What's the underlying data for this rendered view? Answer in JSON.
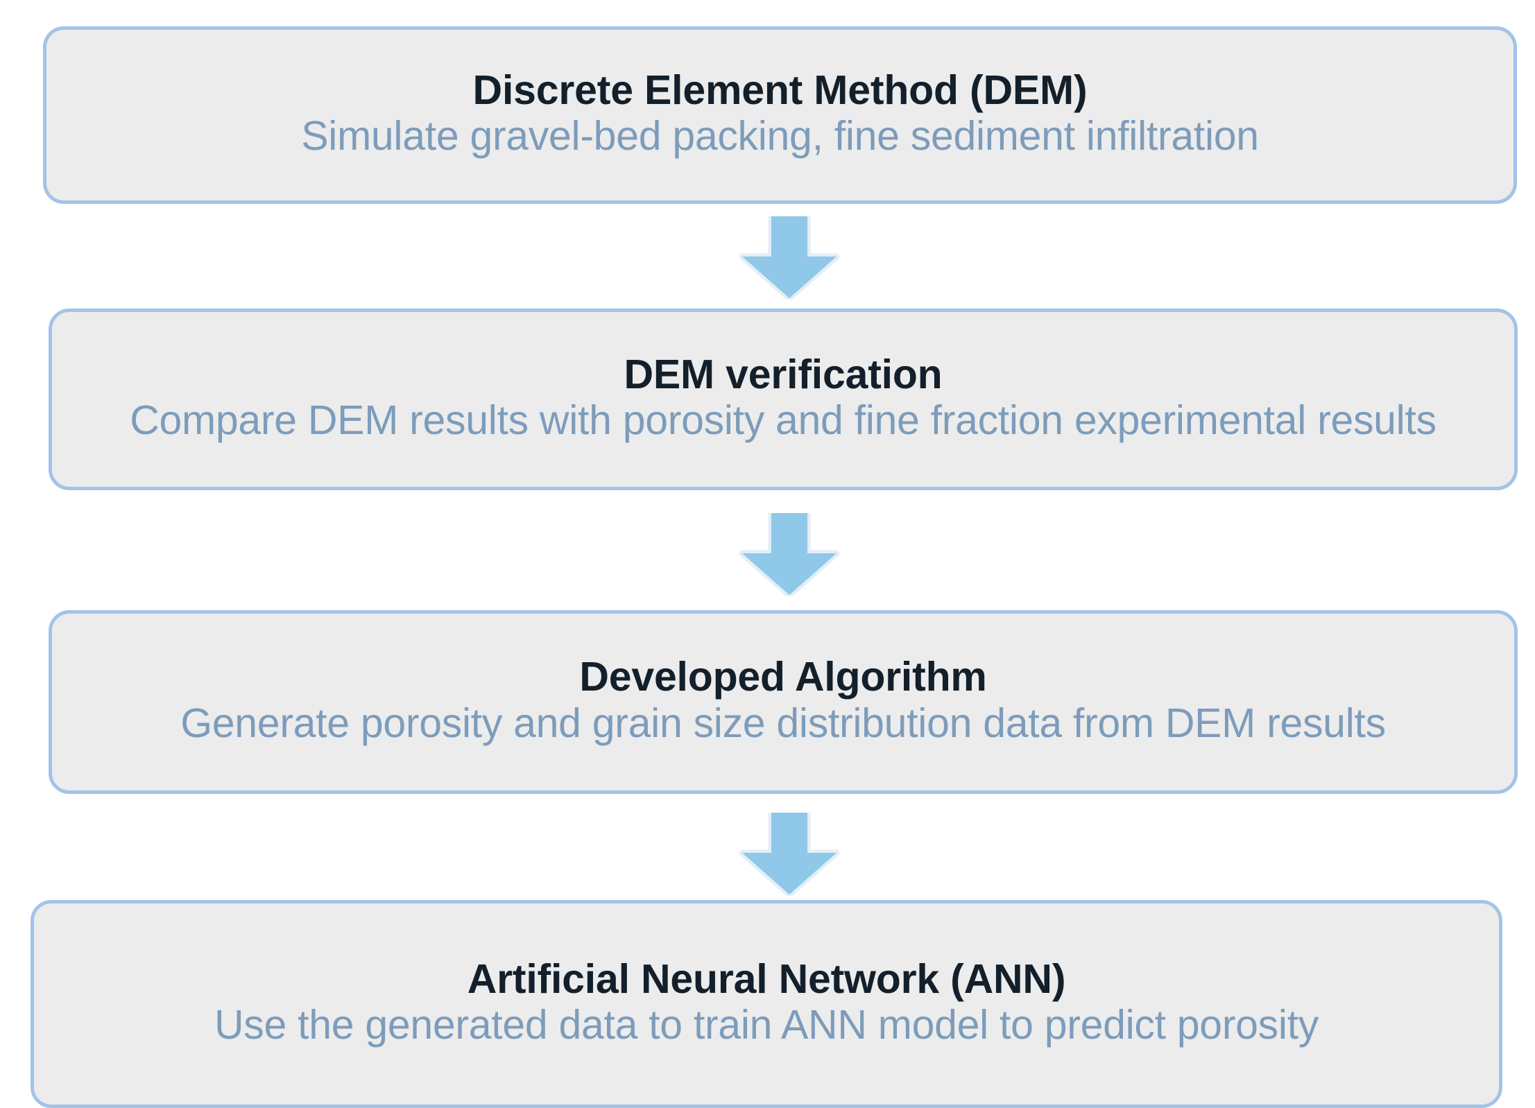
{
  "diagram": {
    "type": "flowchart",
    "orientation": "vertical",
    "colors": {
      "node_fill": "#ececec",
      "node_border": "#a3c3e8",
      "title_text": "#13202b",
      "description_text": "#7d9cbb",
      "arrow_fill": "#8fc8e8",
      "arrow_outline": "#dce9f5",
      "background": "#ffffff"
    },
    "nodes": [
      {
        "id": "dem",
        "title": "Discrete Element Method (DEM)",
        "description": "Simulate gravel-bed packing, fine sediment infiltration"
      },
      {
        "id": "dem-verification",
        "title": "DEM verification",
        "description": "Compare DEM results with porosity and fine fraction experimental results"
      },
      {
        "id": "developed-algorithm",
        "title": "Developed Algorithm",
        "description": "Generate porosity and grain size distribution data from DEM results"
      },
      {
        "id": "ann",
        "title": "Artificial Neural Network (ANN)",
        "description": "Use the generated data to train ANN model to predict porosity"
      }
    ],
    "connectors": [
      {
        "id": "arrow-dem-to-verification",
        "icon": "down-arrow-icon",
        "from": "dem",
        "to": "dem-verification"
      },
      {
        "id": "arrow-verification-to-algorithm",
        "icon": "down-arrow-icon",
        "from": "dem-verification",
        "to": "developed-algorithm"
      },
      {
        "id": "arrow-algorithm-to-ann",
        "icon": "down-arrow-icon",
        "from": "developed-algorithm",
        "to": "ann"
      }
    ]
  }
}
